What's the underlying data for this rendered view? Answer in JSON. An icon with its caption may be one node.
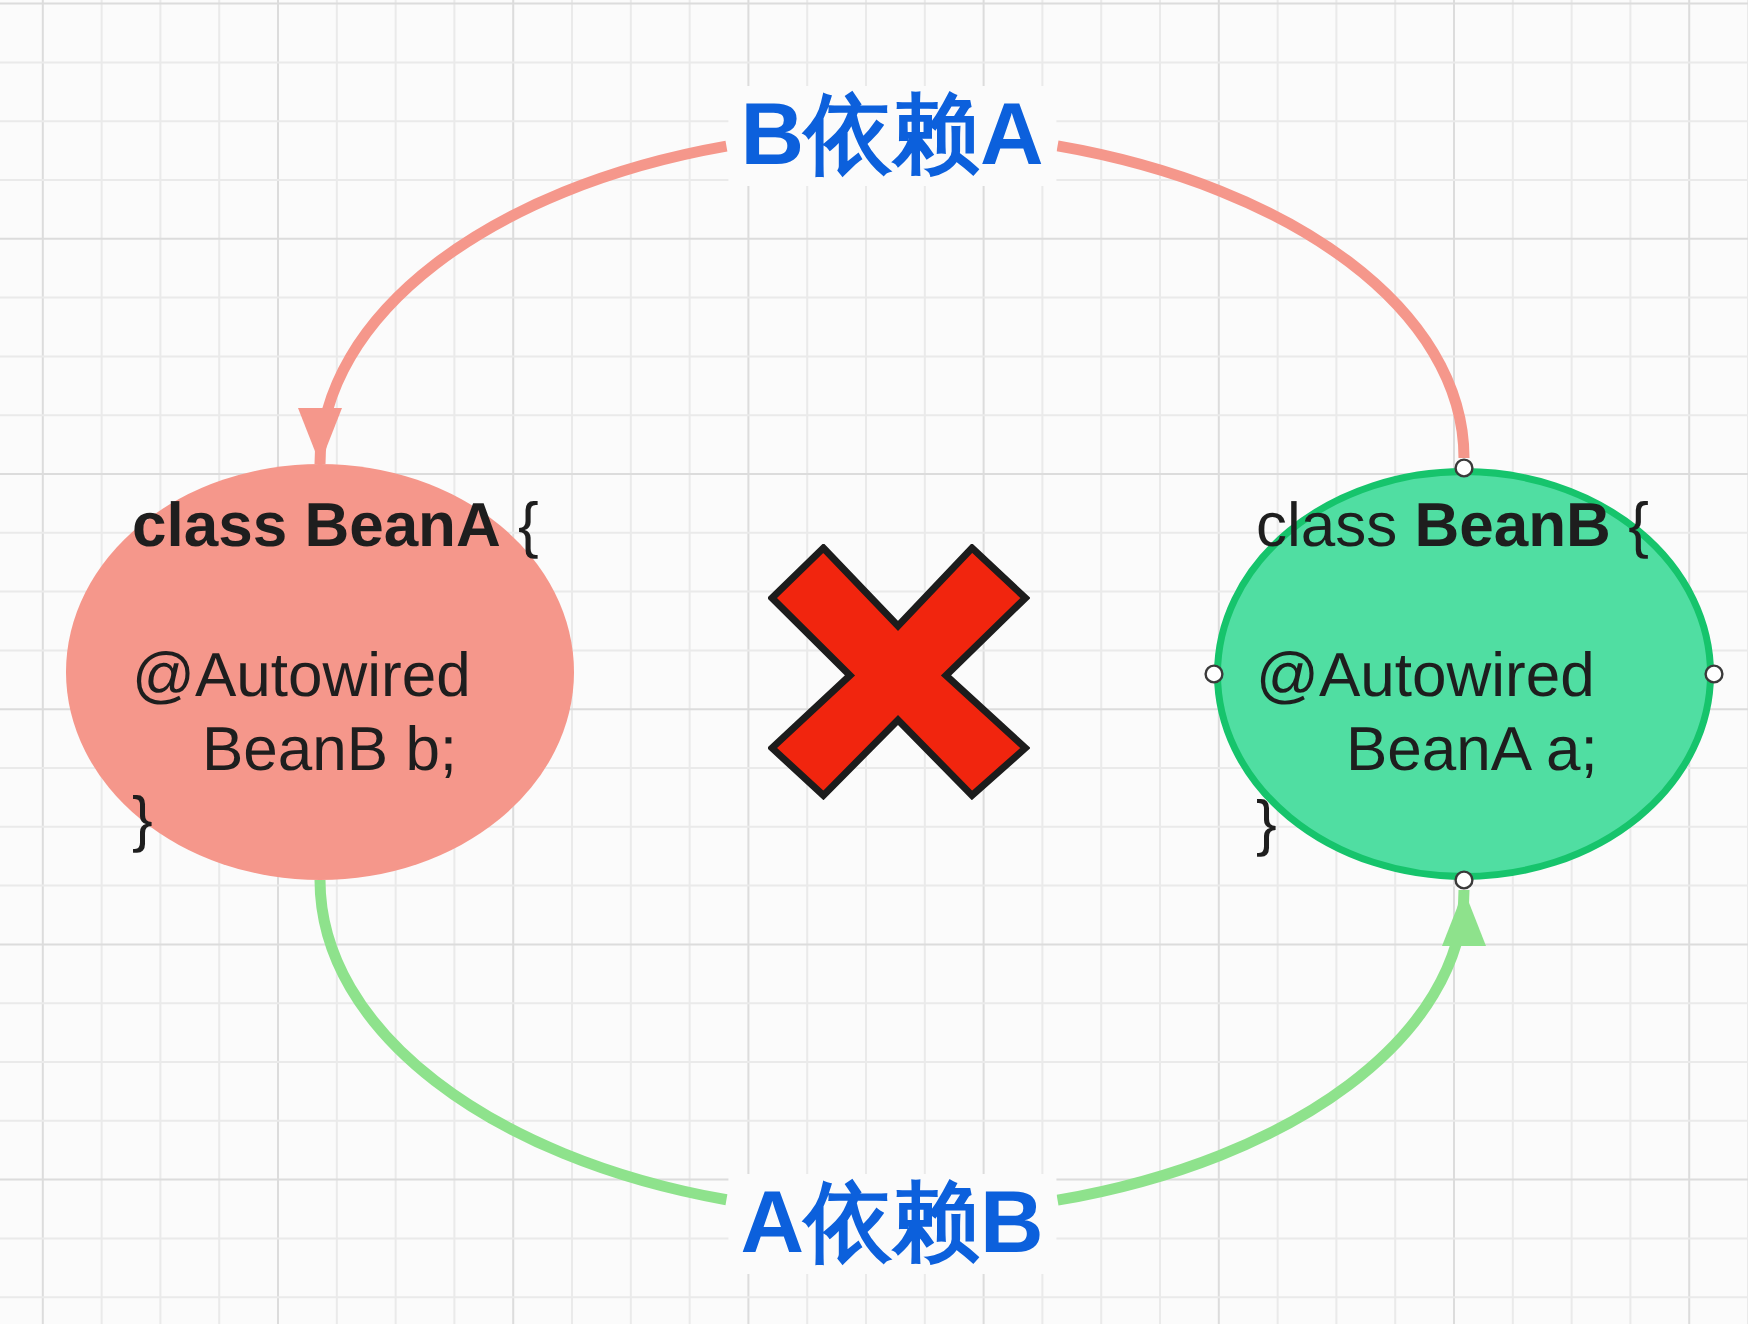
{
  "diagram": {
    "nodes": [
      {
        "text": [
          "**class BeanA** {",
          "@Autowired",
          "BeanB b;",
          "}"
        ]
      },
      {
        "text": [
          "class **BeanB** {",
          "@Autowired",
          "BeanA a;",
          "}"
        ]
      }
    ],
    "edges": [
      {
        "from": 1,
        "to": 0,
        "arrow": "to",
        "label": "B依赖A",
        "color": "#f5978b"
      },
      {
        "from": 0,
        "to": 1,
        "arrow": "to",
        "label": "A依赖B",
        "color": "#8ee28c"
      }
    ]
  }
}
